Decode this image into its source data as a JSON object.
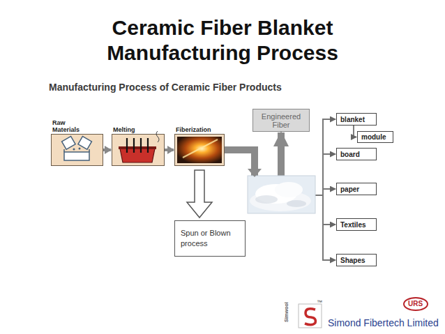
{
  "diagram": {
    "title": "Ceramic Fiber Blanket Manufacturing Process",
    "nodes": [
      {
        "text": [
          "Raw Materials"
        ]
      },
      {
        "text": [
          "Melting"
        ]
      },
      {
        "text": [
          "Fiberization"
        ]
      },
      {
        "text": [
          "Engineered Fiber"
        ]
      },
      {
        "text": [
          "blanket"
        ]
      },
      {
        "text": [
          "module"
        ]
      },
      {
        "text": [
          "board"
        ]
      },
      {
        "text": [
          "paper"
        ]
      },
      {
        "text": [
          "Textiles"
        ]
      },
      {
        "text": [
          "Shapes"
        ]
      },
      {
        "text": [
          "Spun or Blown process"
        ]
      }
    ],
    "edges": [
      {
        "from": 0,
        "to": 1,
        "arrow": "to"
      },
      {
        "from": 1,
        "to": 2,
        "arrow": "to"
      },
      {
        "from": 2,
        "to": 3,
        "arrow": "to"
      },
      {
        "from": 2,
        "to": 4,
        "arrow": "to"
      },
      {
        "from": 4,
        "to": 5,
        "arrow": "to"
      },
      {
        "from": 2,
        "to": 6,
        "arrow": "to"
      },
      {
        "from": 2,
        "to": 7,
        "arrow": "to"
      },
      {
        "from": 2,
        "to": 8,
        "arrow": "to"
      },
      {
        "from": 2,
        "to": 9,
        "arrow": "to"
      },
      {
        "from": 2,
        "to": 10,
        "arrow": "to"
      }
    ],
    "labels": [
      "Manufacturing Process of Ceramic Fiber Products",
      "Simwool",
      "™",
      "URS",
      "Simond Fibertech Limited"
    ]
  }
}
